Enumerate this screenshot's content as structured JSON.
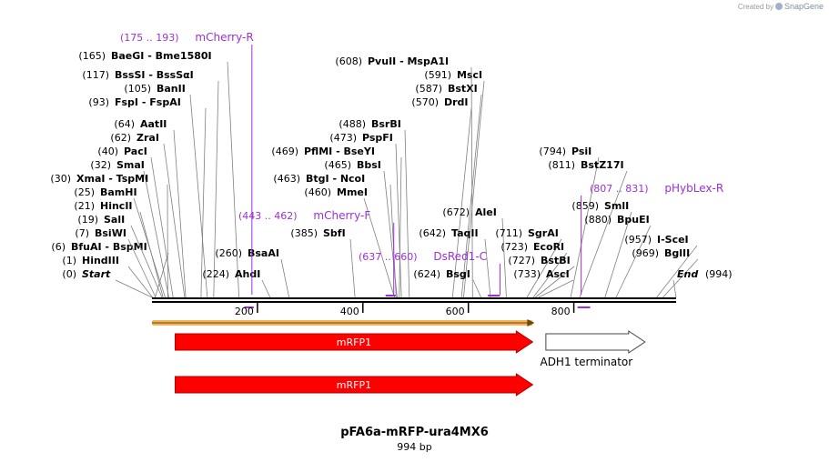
{
  "credit": {
    "prefix": "Created by",
    "brand": "SnapGene"
  },
  "map": {
    "name": "pFA6a-mRFP-ura4MX6",
    "length_label": "994 bp",
    "length": 994
  },
  "enzymes": [
    {
      "pos": "(0)",
      "name": "Start",
      "italic": true,
      "bp": 0
    },
    {
      "pos": "(1)",
      "name": "HindIII",
      "bp": 1
    },
    {
      "pos": "(6)",
      "name": "BfuAI  -  BspMI",
      "bp": 6
    },
    {
      "pos": "(7)",
      "name": "BsiWI",
      "bp": 7
    },
    {
      "pos": "(19)",
      "name": "SalI",
      "bp": 19
    },
    {
      "pos": "(21)",
      "name": "HincII",
      "bp": 21
    },
    {
      "pos": "(25)",
      "name": "BamHI",
      "bp": 25
    },
    {
      "pos": "(30)",
      "name": "XmaI  -  TspMI",
      "bp": 30
    },
    {
      "pos": "(32)",
      "name": "SmaI",
      "bp": 32
    },
    {
      "pos": "(40)",
      "name": "PacI",
      "bp": 40
    },
    {
      "pos": "(62)",
      "name": "ZraI",
      "bp": 62
    },
    {
      "pos": "(64)",
      "name": "AatII",
      "bp": 64
    },
    {
      "pos": "(93)",
      "name": "FspI  -  FspAI",
      "bp": 93
    },
    {
      "pos": "(105)",
      "name": "BanII",
      "bp": 105
    },
    {
      "pos": "(117)",
      "name": "BssSI  -  BssSαI",
      "bp": 117
    },
    {
      "pos": "(165)",
      "name": "BaeGI  -  Bme1580I",
      "bp": 165
    },
    {
      "pos": "(224)",
      "name": "AhdI",
      "bp": 224
    },
    {
      "pos": "(260)",
      "name": "BsaAI",
      "bp": 260
    },
    {
      "pos": "(385)",
      "name": "SbfI",
      "bp": 385
    },
    {
      "pos": "(460)",
      "name": "MmeI",
      "bp": 460
    },
    {
      "pos": "(463)",
      "name": "BtgI  -  NcoI",
      "bp": 463
    },
    {
      "pos": "(465)",
      "name": "BbsI",
      "bp": 465
    },
    {
      "pos": "(469)",
      "name": "PflMI  -  BseYI",
      "bp": 469
    },
    {
      "pos": "(473)",
      "name": "PspFI",
      "bp": 473
    },
    {
      "pos": "(488)",
      "name": "BsrBI",
      "bp": 488
    },
    {
      "pos": "(570)",
      "name": "DrdI",
      "bp": 570
    },
    {
      "pos": "(587)",
      "name": "BstXI",
      "bp": 587
    },
    {
      "pos": "(591)",
      "name": "MscI",
      "bp": 591
    },
    {
      "pos": "(608)",
      "name": "PvuII  -  MspA1I",
      "bp": 608
    },
    {
      "pos": "(624)",
      "name": "BsgI",
      "bp": 624
    },
    {
      "pos": "(642)",
      "name": "TaqII",
      "bp": 642
    },
    {
      "pos": "(672)",
      "name": "AleI",
      "bp": 672
    },
    {
      "pos": "(711)",
      "name": "SgrAI",
      "bp": 711
    },
    {
      "pos": "(723)",
      "name": "EcoRI",
      "bp": 723
    },
    {
      "pos": "(727)",
      "name": "BstBI",
      "bp": 727
    },
    {
      "pos": "(733)",
      "name": "AscI",
      "bp": 733
    },
    {
      "pos": "(794)",
      "name": "PsiI",
      "bp": 794
    },
    {
      "pos": "(811)",
      "name": "BstZ17I",
      "bp": 811
    },
    {
      "pos": "(859)",
      "name": "SmlI",
      "bp": 859
    },
    {
      "pos": "(880)",
      "name": "BpuEI",
      "bp": 880
    },
    {
      "pos": "(957)",
      "name": "I-SceI",
      "bp": 957
    },
    {
      "pos": "(969)",
      "name": "BglII",
      "bp": 969
    },
    {
      "pos": "(994)",
      "name": "End",
      "italic": true,
      "bp": 994
    }
  ],
  "primers": [
    {
      "range": "(175 .. 193)",
      "name": "mCherry-R",
      "start": 175,
      "end": 193
    },
    {
      "range": "(443 .. 462)",
      "name": "mCherry-F",
      "start": 443,
      "end": 462
    },
    {
      "range": "(637 .. 660)",
      "name": "DsRed1-C",
      "start": 637,
      "end": 660
    },
    {
      "range": "(807 .. 831)",
      "name": "pHybLex-R",
      "start": 807,
      "end": 831
    }
  ],
  "ruler": {
    "ticks": [
      "200",
      "400",
      "600",
      "800"
    ],
    "tick_bp": [
      200,
      400,
      600,
      800
    ]
  },
  "features": [
    {
      "name": "mRFP1",
      "start": 44,
      "end": 722,
      "color": "#ff0000",
      "kind": "arrow"
    },
    {
      "name": "ADH1 terminator",
      "start": 747,
      "end": 935,
      "color": "#ffffff",
      "kind": "arrow"
    },
    {
      "name": "mRFP1",
      "start": 44,
      "end": 722,
      "color": "#ff0000",
      "kind": "arrow"
    }
  ],
  "orf_highlight": {
    "start": 0,
    "end": 722,
    "color": "#f2b25e"
  },
  "colors": {
    "primer": "#9b30d9",
    "line": "#808080",
    "backbone": "#000000",
    "feature_red": "#ff0000"
  }
}
